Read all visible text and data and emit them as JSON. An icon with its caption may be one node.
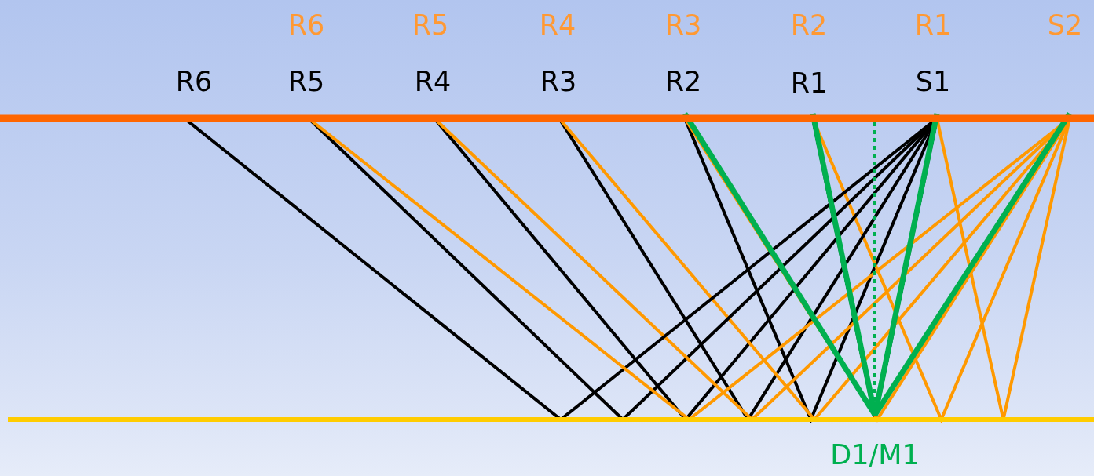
{
  "diagram": {
    "labels": [
      "R6",
      "R5",
      "R4",
      "R3",
      "R2",
      "R1",
      "S2",
      "R6",
      "R5",
      "R4",
      "R3",
      "R2",
      "R1",
      "S1",
      "D1/M1"
    ]
  }
}
